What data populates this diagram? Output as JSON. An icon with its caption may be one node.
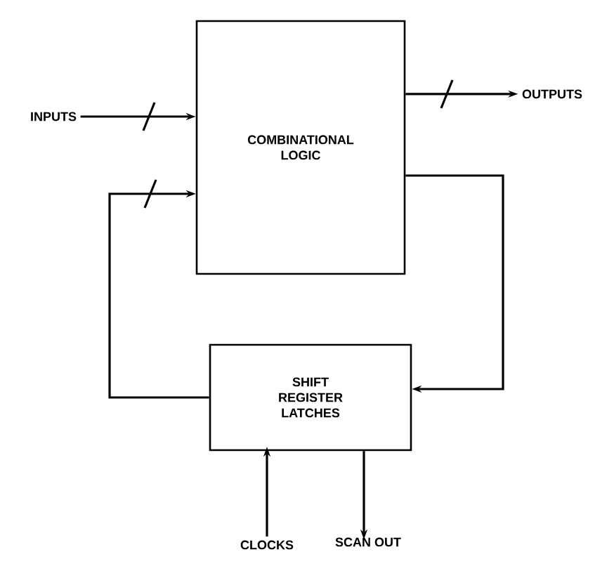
{
  "diagram": {
    "nodes": [
      {
        "text": [
          "INPUTS"
        ]
      },
      {
        "text": [
          "COMBINATIONAL LOGIC"
        ]
      },
      {
        "text": [
          "OUTPUTS"
        ]
      },
      {
        "text": [
          "SHIFT REGISTER LATCHES"
        ]
      },
      {
        "text": [
          "CLOCKS"
        ]
      },
      {
        "text": [
          "SCAN OUT"
        ]
      }
    ],
    "edges": [
      {
        "from": 0,
        "to": 1,
        "arrow": "to"
      },
      {
        "from": 1,
        "to": 2,
        "arrow": "to"
      },
      {
        "from": 3,
        "to": 1,
        "arrow": "to"
      },
      {
        "from": 1,
        "to": 3,
        "arrow": "to"
      },
      {
        "from": 4,
        "to": 3,
        "arrow": "to"
      },
      {
        "from": 3,
        "to": 5,
        "arrow": "to"
      }
    ]
  }
}
